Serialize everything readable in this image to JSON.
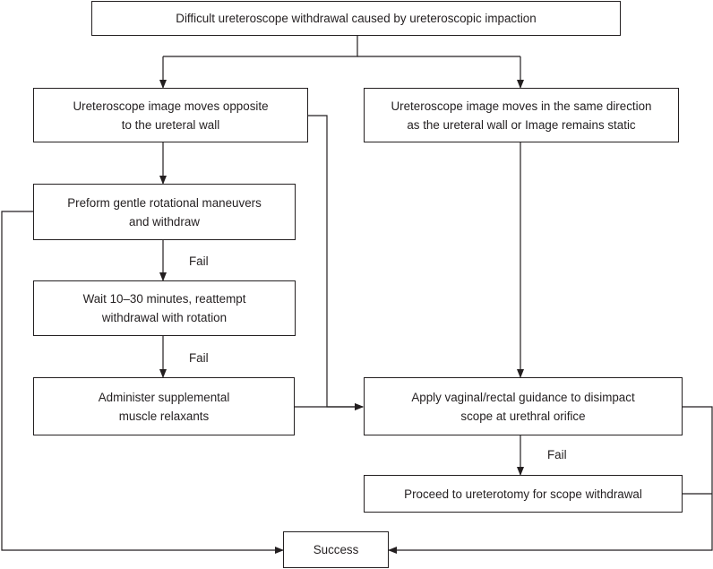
{
  "nodes": {
    "top": "Difficult ureteroscope withdrawal caused by ureteroscopic impaction",
    "left1": "Ureteroscope image moves opposite\nto the ureteral wall",
    "right1": "Ureteroscope image moves in the same direction\nas the ureteral wall or Image remains static",
    "left2": "Preform gentle rotational maneuvers\nand withdraw",
    "left3": "Wait 10–30 minutes, reattempt\nwithdrawal with rotation",
    "left4": "Administer supplemental\nmuscle relaxants",
    "right2": "Apply vaginal/rectal guidance to disimpact\nscope at urethral orifice",
    "right3": "Proceed to ureterotomy for scope withdrawal",
    "success": "Success"
  },
  "edge_labels": {
    "fail1": "Fail",
    "fail2": "Fail",
    "fail3": "Fail"
  },
  "colors": {
    "line": "#231f20",
    "box_border": "#231f20",
    "text": "#231f20",
    "background": "#ffffff"
  }
}
